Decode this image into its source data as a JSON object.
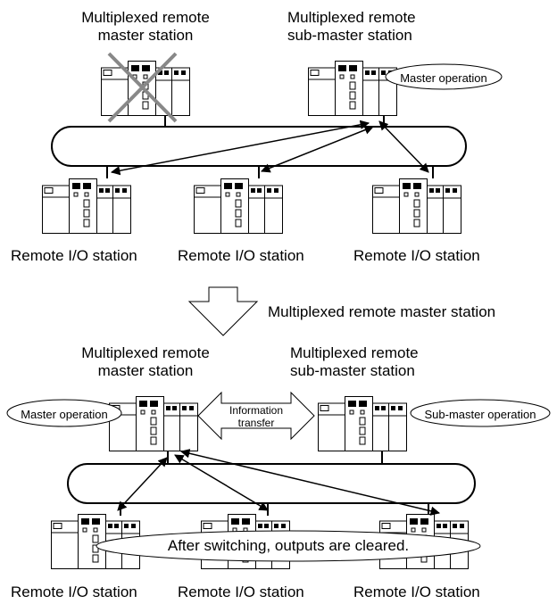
{
  "top": {
    "master_label_line1": "Multiplexed remote",
    "master_label_line2": "master station",
    "submaster_label_line1": "Multiplexed remote",
    "submaster_label_line2": "sub-master station",
    "submaster_bubble": "Master operation",
    "remote_labels": [
      "Remote I/O station",
      "Remote I/O station",
      "Remote I/O station"
    ]
  },
  "transition_label": "Multiplexed remote master station",
  "bottom": {
    "master_label_line1": "Multiplexed remote",
    "master_label_line2": "master station",
    "submaster_label_line1": "Multiplexed remote",
    "submaster_label_line2": "sub-master station",
    "master_bubble": "Master operation",
    "submaster_bubble": "Sub-master operation",
    "transfer_line1": "Information",
    "transfer_line2": "transfer",
    "clear_note": "After switching, outputs are cleared.",
    "remote_labels": [
      "Remote I/O station",
      "Remote I/O station",
      "Remote I/O station"
    ]
  },
  "icons": [
    "plc-rack-icon",
    "cross-out-icon",
    "double-arrow-icon",
    "down-arrow-icon"
  ]
}
